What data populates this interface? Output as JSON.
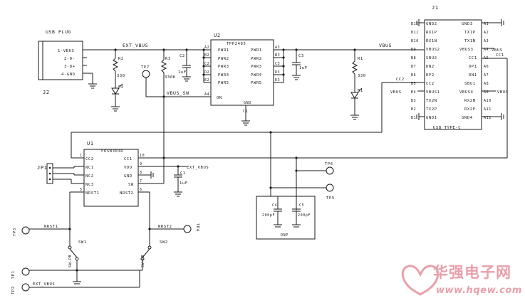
{
  "usb_plug": {
    "title": "USB PLUG",
    "ref": "J2",
    "pins": [
      "1-VBUS",
      "2-D-",
      "3-D+",
      "4-GND"
    ]
  },
  "nets": {
    "ext_vbus_top": "EXT_VBUS",
    "vbus_sw": "VBUS_SW",
    "vbus_right": "VBUS",
    "cc1": "CC1",
    "cc2": "CC2",
    "ext_vbus_u1": "EXT_VBUS",
    "nrst1": "NRST1",
    "nrst2": "NRST2",
    "ext_vbus_bottom": "EXT_VBUS",
    "vbus_j1_left": "VBUS",
    "vbus_j1_right": "VBUS",
    "vbus_j1_bottom": "VBUS"
  },
  "passives": {
    "r2": {
      "ref": "R2",
      "value": "330"
    },
    "r3": {
      "ref": "R3",
      "value": "330K"
    },
    "r1": {
      "ref": "R1",
      "value": "330"
    },
    "c2": {
      "ref": "C2",
      "value": "1uF"
    },
    "c3": {
      "ref": "C3",
      "value": "1uF"
    },
    "c1": {
      "ref": "C1",
      "value": "1uF"
    },
    "c4": {
      "ref": "C4",
      "value": "200pF"
    },
    "c5": {
      "ref": "C5",
      "value": "200pF"
    },
    "dnp": "DNP",
    "e2": "E2",
    "e1": "E1"
  },
  "u2": {
    "ref": "U2",
    "part": "TPP2405",
    "left_pins": [
      {
        "num": "A2",
        "name": "PWR1"
      },
      {
        "num": "B2",
        "name": "PWR2"
      },
      {
        "num": "C2",
        "name": "PWR3"
      },
      {
        "num": "D2",
        "name": "PWR4"
      },
      {
        "num": "E2",
        "name": "PWR5"
      }
    ],
    "right_pins": [
      {
        "num": "A3",
        "name": "PWR1"
      },
      {
        "num": "B3",
        "name": "PWR2"
      },
      {
        "num": "C3",
        "name": "PWR3"
      },
      {
        "num": "D3",
        "name": "PWR4"
      },
      {
        "num": "E3",
        "name": "PWR5"
      }
    ],
    "bottom_pins": [
      {
        "num": "A4",
        "name": "ON"
      },
      {
        "num": "C1",
        "name": "GND"
      }
    ]
  },
  "j1": {
    "ref": "J1",
    "part": "USB TYPE-C",
    "left_pins": [
      {
        "num": "B12",
        "name": "GND2"
      },
      {
        "num": "B11",
        "name": "RX1P"
      },
      {
        "num": "B10",
        "name": "RX1N"
      },
      {
        "num": "B9",
        "name": "VBUS2"
      },
      {
        "num": "B8",
        "name": "SBU2"
      },
      {
        "num": "B7",
        "name": "DN2"
      },
      {
        "num": "B6",
        "name": "DP2"
      },
      {
        "num": "B5",
        "name": "CC2"
      },
      {
        "num": "B4",
        "name": "VBUS1"
      },
      {
        "num": "B3",
        "name": "TX2N"
      },
      {
        "num": "B2",
        "name": "TX2P"
      },
      {
        "num": "B1",
        "name": "GND1"
      }
    ],
    "right_pins": [
      {
        "num": "A1",
        "name": "GND3"
      },
      {
        "num": "A2",
        "name": "TX1P"
      },
      {
        "num": "A3",
        "name": "TX1N"
      },
      {
        "num": "A4",
        "name": "VBUS3"
      },
      {
        "num": "A5",
        "name": "CC1"
      },
      {
        "num": "A6",
        "name": "DP1"
      },
      {
        "num": "A7",
        "name": "DN1"
      },
      {
        "num": "A8",
        "name": "SBU1"
      },
      {
        "num": "A9",
        "name": "VBUS4"
      },
      {
        "num": "A10",
        "name": "RX2N"
      },
      {
        "num": "A11",
        "name": "RX2P"
      },
      {
        "num": "A12",
        "name": "GND4"
      }
    ]
  },
  "u1": {
    "ref": "U1",
    "part": "FUSB303D",
    "left_pins": [
      {
        "num": "1",
        "name": "CC2"
      },
      {
        "num": "",
        "name": "NC1"
      },
      {
        "num": "",
        "name": "NC2"
      },
      {
        "num": "",
        "name": "NC3"
      },
      {
        "num": "5",
        "name": "NRST1"
      }
    ],
    "right_pins": [
      {
        "num": "10",
        "name": "CC1"
      },
      {
        "num": "9",
        "name": "VDD"
      },
      {
        "num": "8",
        "name": "GND"
      },
      {
        "num": "7",
        "name": "SW"
      },
      {
        "num": "6",
        "name": "NRST2"
      }
    ]
  },
  "test_points": {
    "tp7": "TP7",
    "tp6": "TP6",
    "tp5": "TP5",
    "tp3": "TP3",
    "tp4": "TP4",
    "tp1": "TP1",
    "tp2": "TP2"
  },
  "switches": {
    "sw1": "SW1",
    "sw2": "SW2",
    "sw1_label": "SW-PB",
    "sw2_label": "SW-PB"
  },
  "jp1": {
    "ref": "JP1"
  },
  "watermark": {
    "text": "华强电子网",
    "url": "www.hqew.com",
    "logo": "hqew-heart-logo"
  }
}
